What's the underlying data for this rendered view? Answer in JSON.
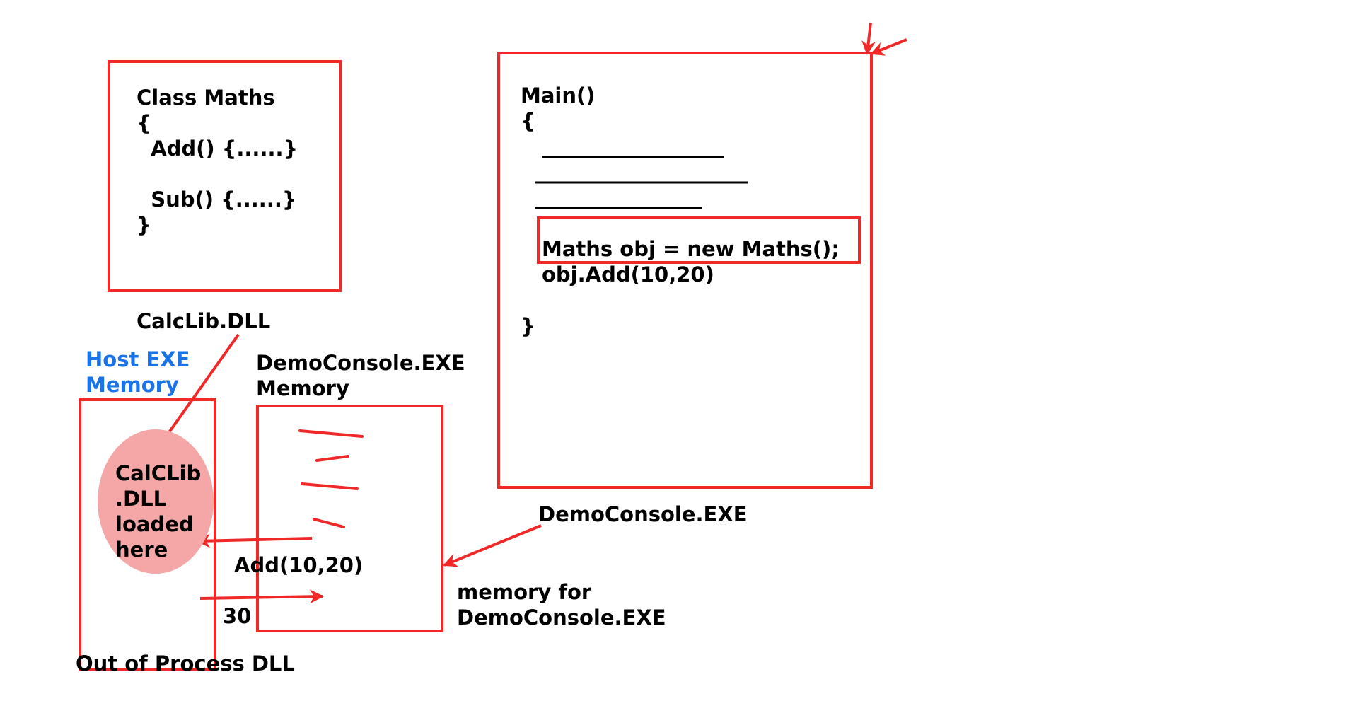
{
  "colors": {
    "box_stroke": "#f02828",
    "ellipse_fill": "#f5a6a6",
    "host_label": "#1a73e8",
    "text": "#000000"
  },
  "class_maths": {
    "lines": [
      "Class Maths",
      "{",
      "  Add() {......}",
      "",
      "  Sub() {......}",
      "}"
    ]
  },
  "calclib_label": "CalcLib.DLL",
  "host_exe": {
    "label_line1": "Host EXE",
    "label_line2": "Memory",
    "ellipse_lines": [
      "CalCLib",
      ".DLL",
      "loaded",
      "here"
    ]
  },
  "out_of_process_label": "Out of Process DLL",
  "demo_console_memory": {
    "label_line1": "DemoConsole.EXE",
    "label_line2": "Memory"
  },
  "call_label": "Add(10,20)",
  "result_label": "30",
  "main_code": {
    "lines": [
      "Main()",
      "{"
    ],
    "highlighted_line": "Maths obj = new Maths();",
    "call_line": "obj.Add(10,20)",
    "closing": "}"
  },
  "demo_console_exe_label": "DemoConsole.EXE",
  "memory_for": {
    "line1": "memory for",
    "line2": "DemoConsole.EXE"
  }
}
